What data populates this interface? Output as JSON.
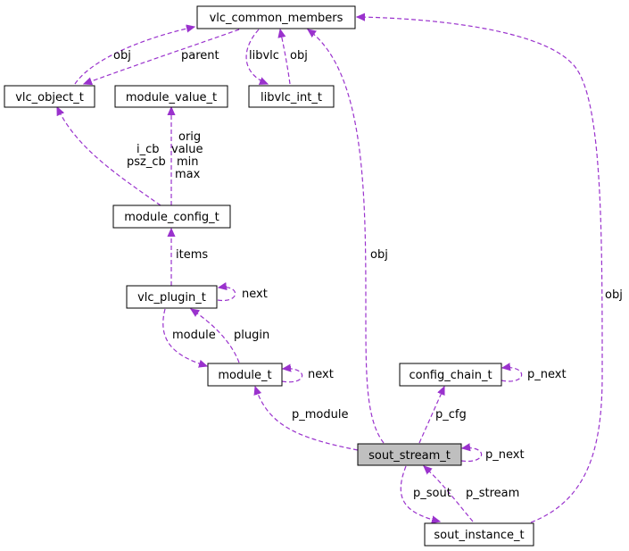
{
  "colors": {
    "edge": "#9a32cd",
    "node_border": "#000000",
    "highlight_fill": "#bfbfbf"
  },
  "nodes": {
    "vlc_common_members": "vlc_common_members",
    "vlc_object_t": "vlc_object_t",
    "module_value_t": "module_value_t",
    "libvlc_int_t": "libvlc_int_t",
    "module_config_t": "module_config_t",
    "vlc_plugin_t": "vlc_plugin_t",
    "module_t": "module_t",
    "config_chain_t": "config_chain_t",
    "sout_stream_t": "sout_stream_t",
    "sout_instance_t": "sout_instance_t"
  },
  "labels": {
    "obj_vlc_object": "obj",
    "parent": "parent",
    "libvlc": "libvlc",
    "obj_libvlc": "obj",
    "i_cb": "i_cb",
    "psz_cb": "psz_cb",
    "orig": "orig",
    "value": "value",
    "min": "min",
    "max": "max",
    "items": "items",
    "next_plugin": "next",
    "module": "module",
    "plugin": "plugin",
    "next_module": "next",
    "obj_sout_stream": "obj",
    "obj_sout_instance": "obj",
    "p_next_chain": "p_next",
    "p_cfg": "p_cfg",
    "p_module": "p_module",
    "p_next_stream": "p_next",
    "p_sout": "p_sout",
    "p_stream": "p_stream"
  }
}
